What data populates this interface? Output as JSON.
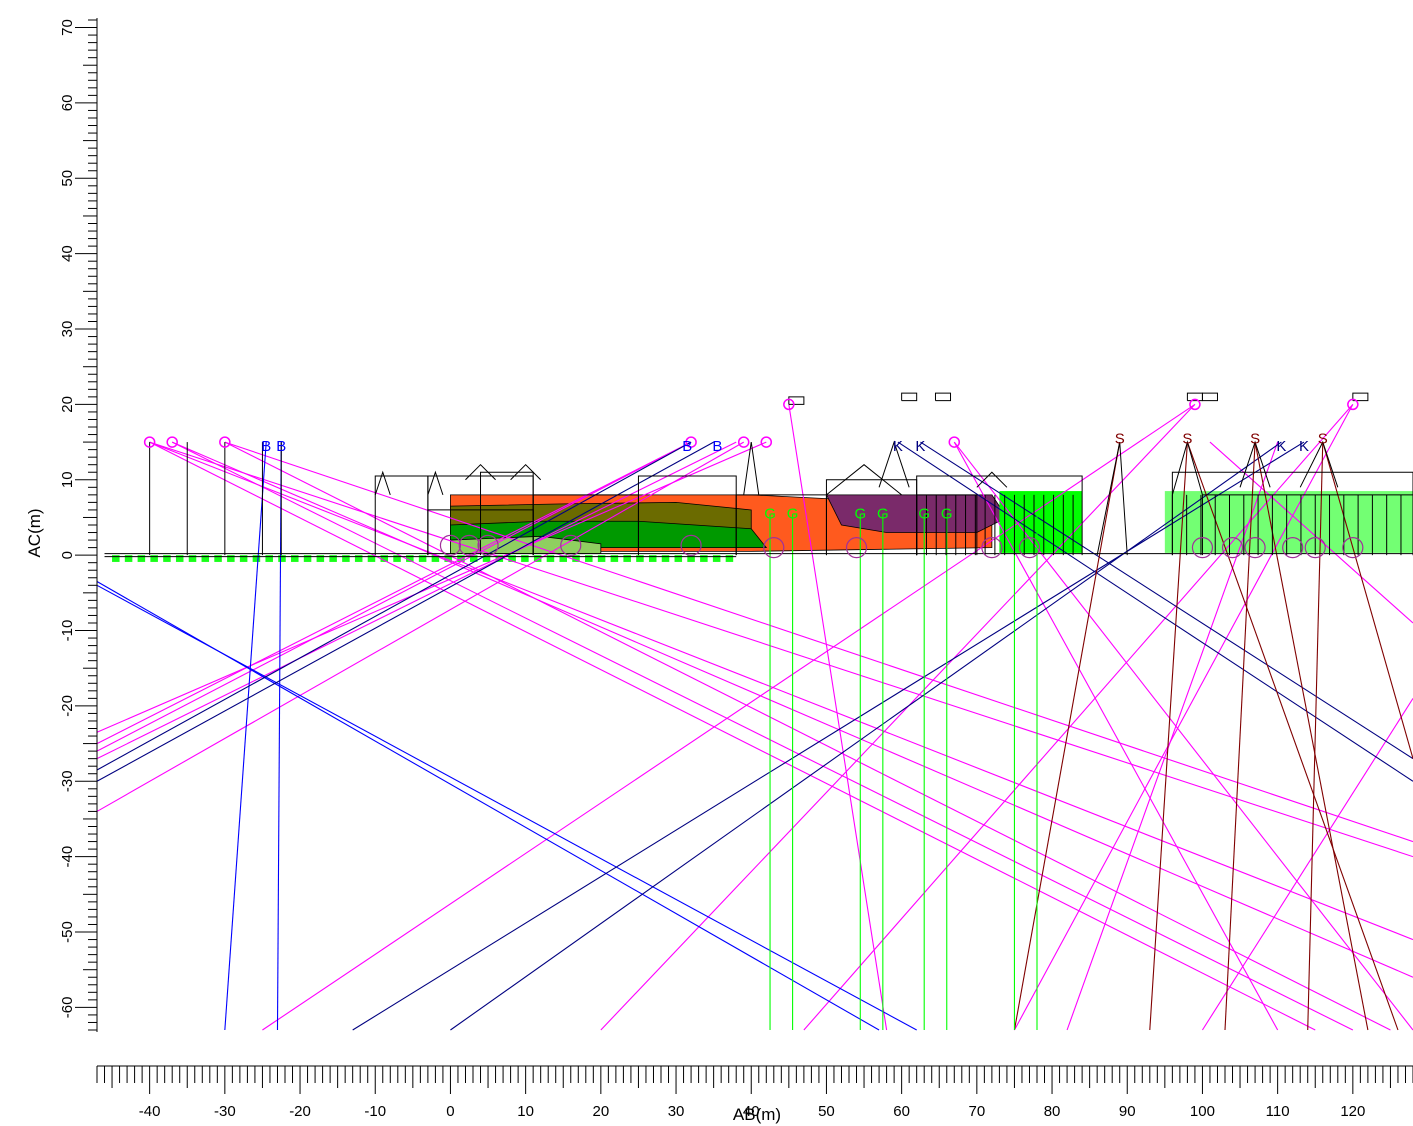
{
  "chart_data": {
    "type": "scatter",
    "xlabel": "AB(m)",
    "ylabel": "AC(m)",
    "xlim": [
      -47,
      128
    ],
    "ylim": [
      -63,
      71
    ],
    "x_ticks": [
      -40,
      -30,
      -20,
      -10,
      0,
      10,
      20,
      30,
      40,
      50,
      60,
      70,
      80,
      90,
      100,
      110,
      120
    ],
    "y_ticks": [
      70,
      60,
      50,
      40,
      30,
      20,
      10,
      0,
      -10,
      -20,
      -30,
      -40,
      -50,
      -60
    ],
    "colors": {
      "source_magenta": "#ff00ff",
      "receiver_blue": "#0000ff",
      "navy": "#000080",
      "maroon": "#800000",
      "green": "#00ff00",
      "dark_green": "#009900",
      "orange": "#ff5a1e",
      "olive": "#6b6b00",
      "purple": "#7a2a6a",
      "structure": "#000000"
    },
    "labelled_points": [
      {
        "label": "B",
        "x": -24.5,
        "y": 14.5,
        "color": "receiver_blue"
      },
      {
        "label": "B",
        "x": -22.5,
        "y": 14.5,
        "color": "receiver_blue"
      },
      {
        "label": "B",
        "x": 31.5,
        "y": 14.5,
        "color": "receiver_blue"
      },
      {
        "label": "B",
        "x": 35.5,
        "y": 14.5,
        "color": "receiver_blue"
      },
      {
        "label": "K",
        "x": 59.5,
        "y": 14.5,
        "color": "navy"
      },
      {
        "label": "K",
        "x": 62.5,
        "y": 14.5,
        "color": "navy"
      },
      {
        "label": "K",
        "x": 110.5,
        "y": 14.5,
        "color": "navy"
      },
      {
        "label": "K",
        "x": 113.5,
        "y": 14.5,
        "color": "navy"
      },
      {
        "label": "S",
        "x": 89,
        "y": 15.5,
        "color": "maroon"
      },
      {
        "label": "S",
        "x": 98,
        "y": 15.5,
        "color": "maroon"
      },
      {
        "label": "S",
        "x": 107,
        "y": 15.5,
        "color": "maroon"
      },
      {
        "label": "S",
        "x": 116,
        "y": 15.5,
        "color": "maroon"
      },
      {
        "label": "G",
        "x": 42.5,
        "y": 5.5,
        "color": "green"
      },
      {
        "label": "G",
        "x": 45.5,
        "y": 5.5,
        "color": "green"
      },
      {
        "label": "G",
        "x": 54.5,
        "y": 5.5,
        "color": "green"
      },
      {
        "label": "G",
        "x": 57.5,
        "y": 5.5,
        "color": "green"
      },
      {
        "label": "G",
        "x": 63,
        "y": 5.5,
        "color": "green"
      },
      {
        "label": "G",
        "x": 66,
        "y": 5.5,
        "color": "green"
      }
    ]
  }
}
